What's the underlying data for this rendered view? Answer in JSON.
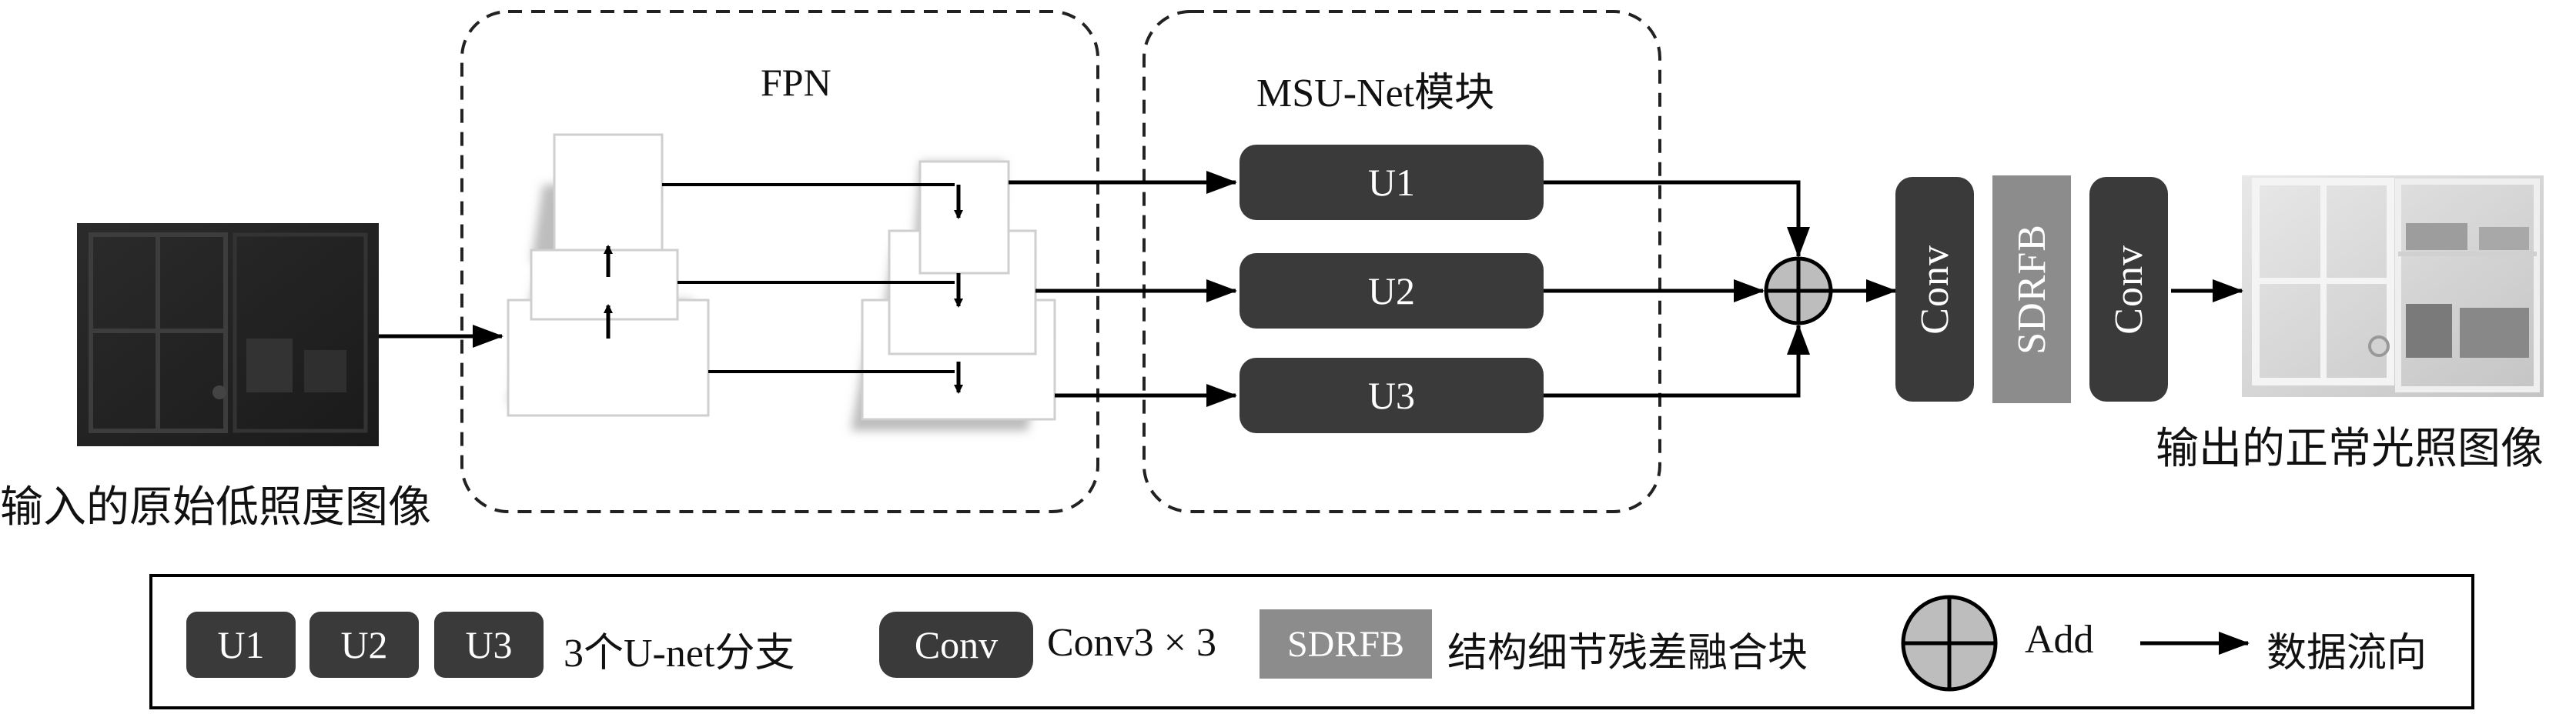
{
  "input_label": "输入的原始低照度图像",
  "output_label": "输出的正常光照图像",
  "fpn_label": "FPN",
  "msu_label": "MSU-Net模块",
  "branches": [
    "U1",
    "U2",
    "U3"
  ],
  "conv_label": "Conv",
  "sdrfb_label": "SDRFB",
  "legend": {
    "u_items": [
      "U1",
      "U2",
      "U3"
    ],
    "u_desc": "3个U-net分支",
    "conv_key": "Conv",
    "conv_desc": "Conv3 × 3",
    "sdrfb_key": "SDRFB",
    "sdrfb_desc": "结构细节残差融合块",
    "add_desc": "Add",
    "flow_desc": "数据流向"
  },
  "colors": {
    "dark_box": "#3a3a3a",
    "sdrfb_gray": "#8c8c8c",
    "add_circle": "#bdbdbd",
    "dashed": "#222222"
  }
}
